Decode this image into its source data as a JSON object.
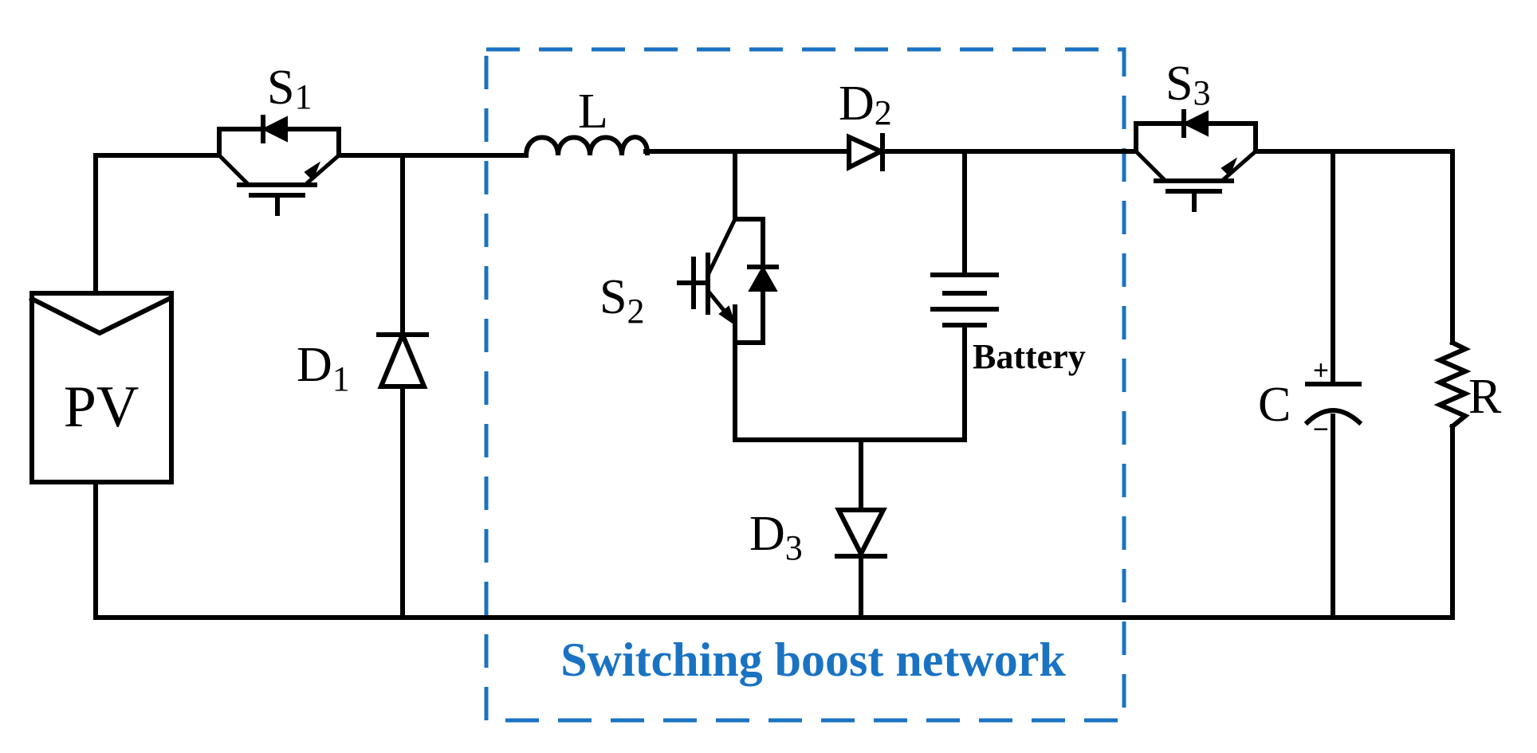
{
  "diagram": {
    "accent_color": "#1a73c2",
    "labels": {
      "pv": "PV",
      "s1": "S",
      "s1_sub": "1",
      "s2": "S",
      "s2_sub": "2",
      "s3": "S",
      "s3_sub": "3",
      "d1": "D",
      "d1_sub": "1",
      "d2": "D",
      "d2_sub": "2",
      "d3": "D",
      "d3_sub": "3",
      "inductor": "L",
      "battery": "Battery",
      "capacitor": "C",
      "cap_plus": "+",
      "cap_minus": "−",
      "resistor": "R"
    },
    "network_label": "Switching boost network"
  }
}
